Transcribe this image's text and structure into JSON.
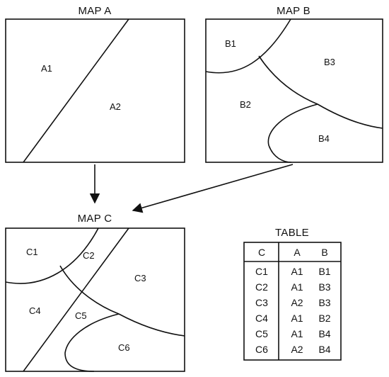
{
  "maps": {
    "a": {
      "title": "MAP A",
      "regions": [
        "A1",
        "A2"
      ]
    },
    "b": {
      "title": "MAP B",
      "regions": [
        "B1",
        "B3",
        "B2",
        "B4"
      ]
    },
    "c": {
      "title": "MAP C",
      "regions": [
        "C1",
        "C2",
        "C3",
        "C4",
        "C5",
        "C6"
      ]
    }
  },
  "table": {
    "title": "TABLE",
    "headers": [
      "C",
      "A",
      "B"
    ],
    "rows": [
      [
        "C1",
        "A1",
        "B1"
      ],
      [
        "C2",
        "A1",
        "B3"
      ],
      [
        "C3",
        "A2",
        "B3"
      ],
      [
        "C4",
        "A1",
        "B2"
      ],
      [
        "C5",
        "A1",
        "B4"
      ],
      [
        "C6",
        "A2",
        "B4"
      ]
    ]
  },
  "colors": {
    "ink": "#111111",
    "background": "#ffffff"
  }
}
